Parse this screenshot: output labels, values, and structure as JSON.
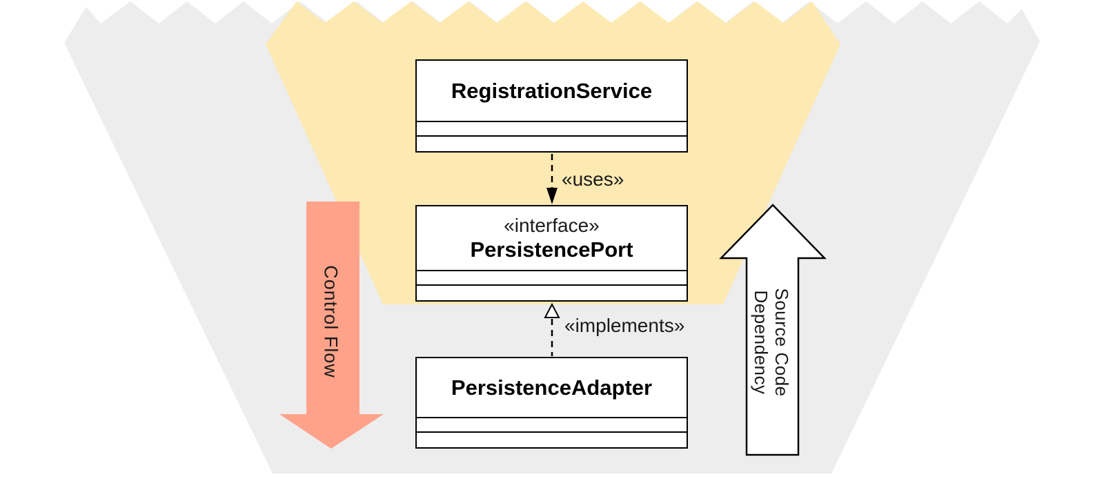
{
  "diagram": {
    "title": "hexagonal-architecture-dependency-diagram",
    "colors": {
      "outer_funnel": "#EDEDED",
      "inner_funnel": "#FDE9B2",
      "control_flow_arrow": "#FFA28A",
      "dependency_arrow_fill": "#FFFFFF",
      "stroke": "#000000",
      "box_fill": "#FFFFFF"
    },
    "boxes": [
      {
        "id": "registration-service",
        "stereotype": "",
        "title": "RegistrationService"
      },
      {
        "id": "persistence-port",
        "stereotype": "«interface»",
        "title": "PersistencePort"
      },
      {
        "id": "persistence-adapter",
        "stereotype": "",
        "title": "PersistenceAdapter"
      }
    ],
    "edges": [
      {
        "id": "uses",
        "label": "«uses»",
        "style": "dashed",
        "arrowhead": "filled"
      },
      {
        "id": "implements",
        "label": "«implements»",
        "style": "dashed",
        "arrowhead": "hollow-triangle"
      }
    ],
    "annotations": {
      "control_flow": "Control Flow",
      "source_code_dependency_line1": "Source Code",
      "source_code_dependency_line2": "Dependency"
    }
  }
}
